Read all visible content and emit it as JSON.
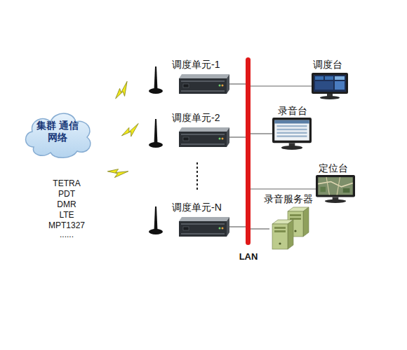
{
  "diagram": {
    "nodes": [
      {
        "text": [
          "集群 通信网络"
        ]
      },
      {
        "text": [
          "调度单元-1"
        ]
      },
      {
        "text": [
          "调度单元-2"
        ]
      },
      {
        "text": [
          "调度单元-N"
        ]
      },
      {
        "text": [
          "LAN"
        ]
      },
      {
        "text": [
          "调度台"
        ]
      },
      {
        "text": [
          "录音台"
        ]
      },
      {
        "text": [
          "定位台"
        ]
      },
      {
        "text": [
          "录音服务器"
        ]
      }
    ],
    "edges": [
      {
        "from": 1,
        "to": 4,
        "arrow": "none"
      },
      {
        "from": 2,
        "to": 4,
        "arrow": "none"
      },
      {
        "from": 3,
        "to": 4,
        "arrow": "none"
      },
      {
        "from": 4,
        "to": 5,
        "arrow": "none"
      },
      {
        "from": 4,
        "to": 6,
        "arrow": "none"
      },
      {
        "from": 4,
        "to": 7,
        "arrow": "none"
      },
      {
        "from": 4,
        "to": 8,
        "arrow": "none"
      }
    ],
    "labels": [
      "TETRA",
      "PDT",
      "DMR",
      "LTE",
      "MPT1327",
      "......"
    ]
  }
}
